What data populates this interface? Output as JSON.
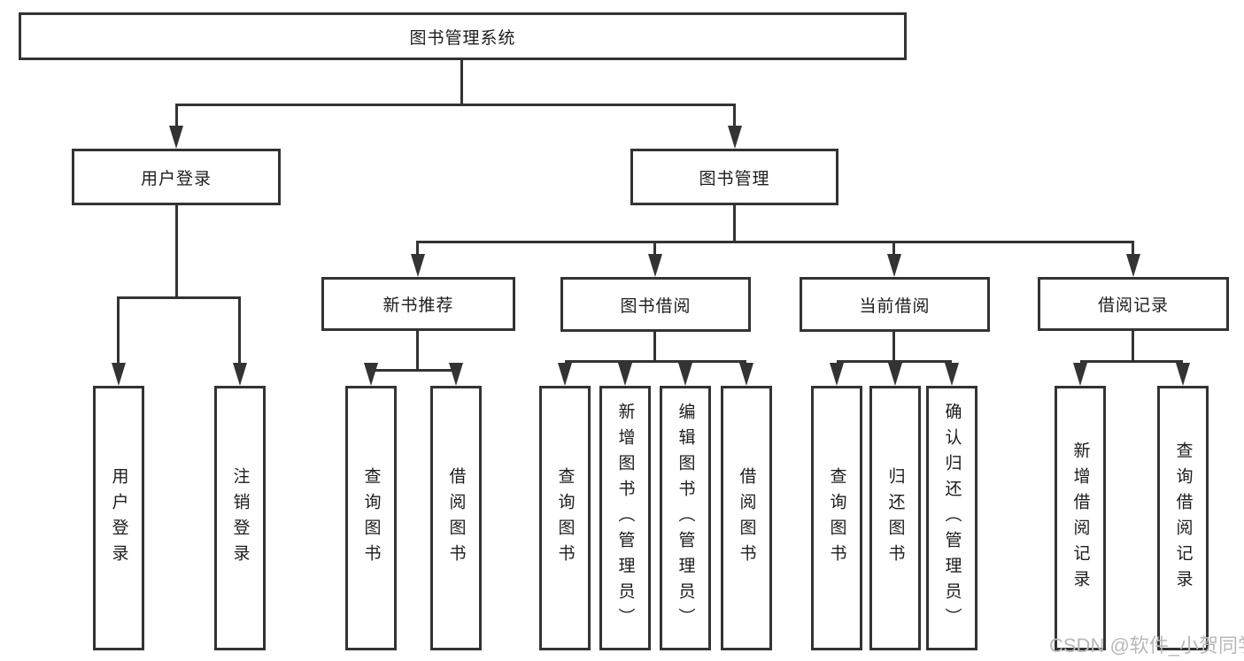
{
  "colors": {
    "line": "#333333",
    "text": "#1c1c1c",
    "watermark": "#b8b8b8",
    "background": "#ffffff"
  },
  "watermark": {
    "text": "CSDN @软件_小贺同学"
  },
  "tree": {
    "root": {
      "label": "图书管理系统",
      "children": [
        {
          "label": "用户登录",
          "children": [
            {
              "label": "用户登录"
            },
            {
              "label": "注销登录"
            }
          ]
        },
        {
          "label": "图书管理",
          "children": [
            {
              "label": "新书推荐",
              "children": [
                {
                  "label": "查询图书"
                },
                {
                  "label": "借阅图书"
                }
              ]
            },
            {
              "label": "图书借阅",
              "children": [
                {
                  "label": "查询图书"
                },
                {
                  "label": "新增图书（管理员）"
                },
                {
                  "label": "编辑图书（管理员）"
                },
                {
                  "label": "借阅图书"
                }
              ]
            },
            {
              "label": "当前借阅",
              "children": [
                {
                  "label": "查询图书"
                },
                {
                  "label": "归还图书"
                },
                {
                  "label": "确认归还（管理员）"
                }
              ]
            },
            {
              "label": "借阅记录",
              "children": [
                {
                  "label": "新增借阅记录"
                },
                {
                  "label": "查询借阅记录"
                }
              ]
            }
          ]
        }
      ]
    }
  }
}
